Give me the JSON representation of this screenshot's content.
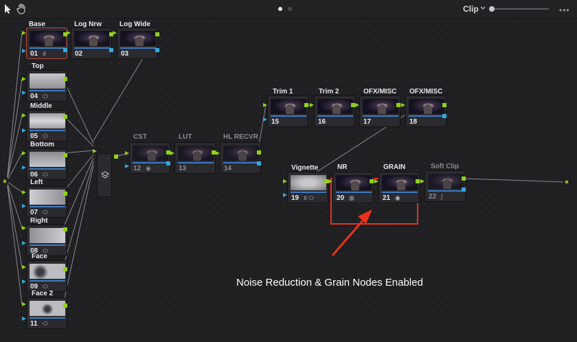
{
  "toolbar": {
    "tool_icons": [
      "pointer-icon",
      "hand-icon"
    ],
    "page_dots": 2,
    "active_page": 1,
    "clip_label": "Clip",
    "more_label": "•••"
  },
  "colors": {
    "selected_outline": "#c2473a",
    "rgb_connector": "#8fd11a",
    "alpha_connector": "#35a8dd",
    "annotation": "#e8321c"
  },
  "nodes": [
    {
      "id": "n01",
      "label": "Base",
      "number": "01",
      "icon": "bars-icon",
      "thumb": "scene",
      "selected": true
    },
    {
      "id": "n02",
      "label": "Log Nrw",
      "number": "02",
      "icon": "",
      "thumb": "scene"
    },
    {
      "id": "n03",
      "label": "Log Wide",
      "number": "03",
      "icon": "",
      "thumb": "scene"
    },
    {
      "id": "n04",
      "label": "Top",
      "number": "04",
      "icon": "window-icon",
      "thumb": "mask top"
    },
    {
      "id": "n05",
      "label": "Middle",
      "number": "05",
      "icon": "window-icon",
      "thumb": "mask mid"
    },
    {
      "id": "n06",
      "label": "Bottom",
      "number": "06",
      "icon": "window-icon",
      "thumb": "mask bottom"
    },
    {
      "id": "n07",
      "label": "Left",
      "number": "07",
      "icon": "window-icon",
      "thumb": "mask left"
    },
    {
      "id": "n08",
      "label": "Right",
      "number": "08",
      "icon": "window-icon",
      "thumb": "mask right"
    },
    {
      "id": "n09",
      "label": "Face",
      "number": "09",
      "icon": "window-icon",
      "thumb": "mask face"
    },
    {
      "id": "n11",
      "label": "Face 2",
      "number": "11",
      "icon": "window-icon",
      "thumb": "mask face2"
    },
    {
      "id": "n12",
      "label": "CST",
      "number": "12",
      "icon": "ofx-icon",
      "thumb": "scene",
      "disabled": true
    },
    {
      "id": "n13",
      "label": "LUT",
      "number": "13",
      "icon": "",
      "thumb": "scene",
      "disabled": true
    },
    {
      "id": "n14",
      "label": "HL RECVR",
      "number": "14",
      "icon": "",
      "thumb": "scene",
      "disabled": true
    },
    {
      "id": "n15",
      "label": "Trim 1",
      "number": "15",
      "icon": "",
      "thumb": "scene"
    },
    {
      "id": "n16",
      "label": "Trim 2",
      "number": "16",
      "icon": "",
      "thumb": "scene"
    },
    {
      "id": "n17",
      "label": "OFX/MISC",
      "number": "17",
      "icon": "",
      "thumb": "scene"
    },
    {
      "id": "n18",
      "label": "OFX/MISC",
      "number": "18",
      "icon": "",
      "thumb": "scene"
    },
    {
      "id": "n19",
      "label": "Vignette",
      "number": "19",
      "icon": "bars-window-icon",
      "thumb": "mask vignette"
    },
    {
      "id": "n20",
      "label": "NR",
      "number": "20",
      "icon": "noise-reduction-icon",
      "thumb": "scene"
    },
    {
      "id": "n21",
      "label": "GRAIN",
      "number": "21",
      "icon": "ofx-icon",
      "thumb": "scene"
    },
    {
      "id": "n22",
      "label": "Soft Clip",
      "number": "22",
      "icon": "curve-icon",
      "thumb": "scene",
      "disabled": true
    }
  ],
  "annotation": {
    "text": "Noise Reduction & Grain Nodes Enabled"
  }
}
